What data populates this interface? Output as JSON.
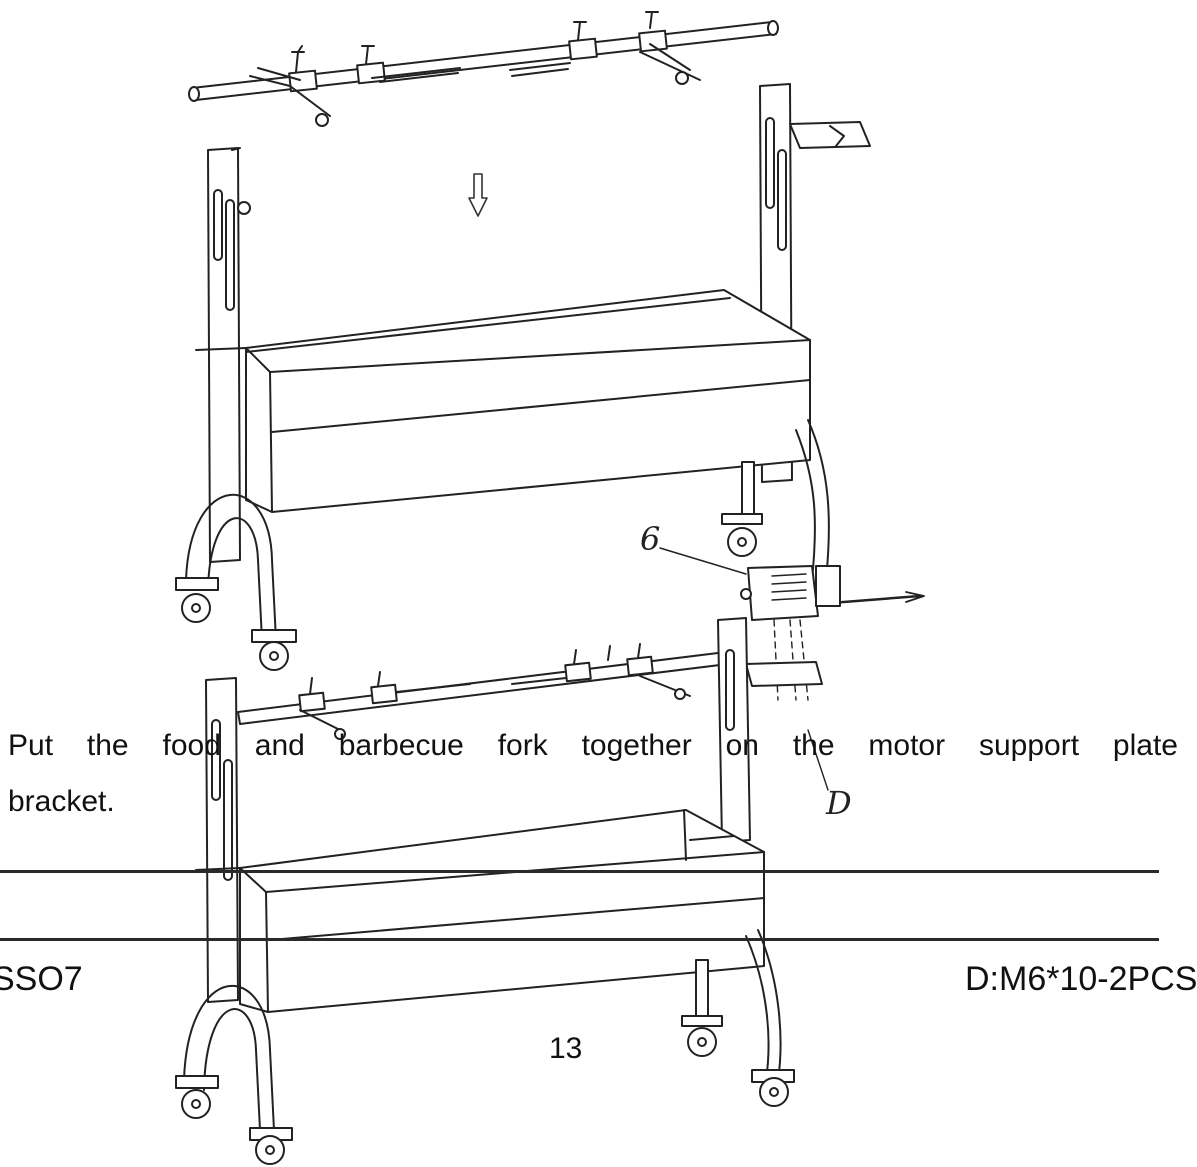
{
  "instruction": {
    "line1": "Put the food and barbecue fork together on the motor support plate",
    "line2": "bracket."
  },
  "footer": {
    "model_code": "SSO7",
    "part_code": "D:M6*10-2PCS",
    "page_number": "13"
  },
  "callouts": {
    "motor": "6",
    "screw": "D"
  },
  "icons": [
    "down-arrow-icon",
    "rotisserie-spit-drawing",
    "grill-frame-drawing",
    "motor-drawing",
    "wheel-drawing"
  ]
}
